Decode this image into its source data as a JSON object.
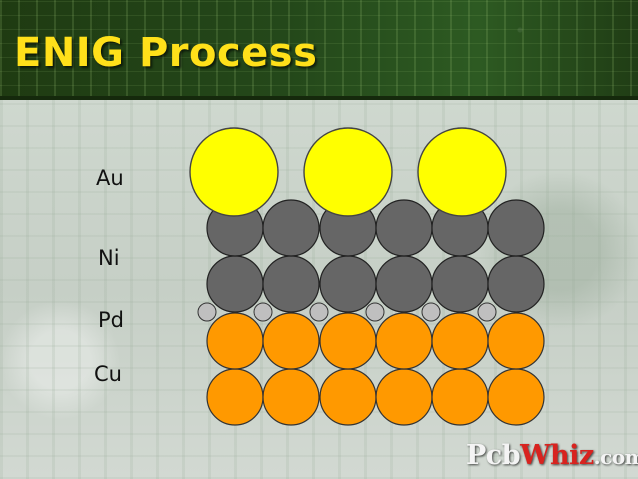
{
  "slide": {
    "title": "ENIG Process",
    "title_color": "#ffe01a",
    "header_color": "#24481a"
  },
  "layers": [
    {
      "label": "Au",
      "color": "#ffff00",
      "stroke": "#444444"
    },
    {
      "label": "Ni",
      "color": "#666666",
      "stroke": "#222222"
    },
    {
      "label": "Pd",
      "color": "#bfbfbf",
      "stroke": "#333333"
    },
    {
      "label": "Cu",
      "color": "#ff9900",
      "stroke": "#333333"
    }
  ],
  "logo": {
    "part1": "Pcb",
    "part2": "Whiz",
    "part3": ".com",
    "accent_color": "#d8231f"
  }
}
